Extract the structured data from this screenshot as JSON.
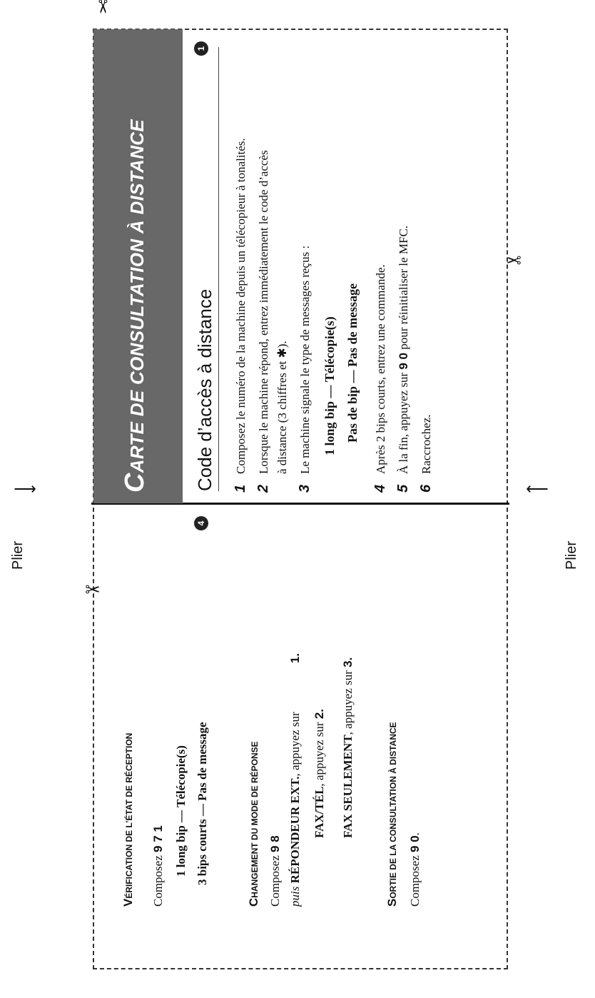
{
  "fold_labels": {
    "top": "Plier",
    "bottom": "Plier",
    "arrow_right": "⟶",
    "arrow_left": "⟵"
  },
  "panel1": {
    "number": "1",
    "title_initial": "C",
    "title_rest": "ARTE DE CONSULTATION À DISTANCE",
    "section_heading": "Code d’accès à distance",
    "steps": [
      {
        "num": "1",
        "text": "Composez le numéro de la machine depuis un télécopieur à tonalités."
      },
      {
        "num": "2",
        "text": "Lorsque le machine répond, entrez immédiatement le code d’accès"
      },
      {
        "num": "",
        "text": "à distance  (3 chiffres et ✱)."
      },
      {
        "num": "3",
        "text": "Le machine signale le type de messages reçus :"
      },
      {
        "num": "",
        "text": "1 long bip — Télécopie(s)"
      },
      {
        "num": "",
        "text": "Pas de bip  — Pas de message"
      },
      {
        "num": "4",
        "text": "Après 2 bips courts, entrez une commande."
      },
      {
        "num": "5",
        "text_a": "À la fin, appuyez sur",
        "code": "9 0",
        "text_b": "pour réinitialiser le MFC."
      },
      {
        "num": "6",
        "text": "Raccrochez."
      }
    ]
  },
  "panel4": {
    "number": "4",
    "sections": [
      {
        "heading_initial": "V",
        "heading_rest": "ÉRIFICATION DE L’ÉTAT DE RÉCEPTION",
        "compose_label": "Composez",
        "compose_code": "9 7 1",
        "lines": [
          "1 long bip — Télécopie(s)",
          "3 bips courts — Pas de message"
        ]
      },
      {
        "heading_initial": "C",
        "heading_rest": "HANGEMENT DU MODE DE RÉPONSE",
        "compose_label": "Composez",
        "compose_code": "9 8",
        "puis": "puis",
        "options": [
          {
            "mode": "RÉPONDEUR EXT.",
            "text": ", appuyez sur",
            "key": "1."
          },
          {
            "mode": "FAX/TÉL",
            "text": ", appuyez sur",
            "key": "2."
          },
          {
            "mode": "FAX SEULEMENT",
            "text": ", appuyez sur",
            "key": "3."
          }
        ]
      },
      {
        "heading_initial": "S",
        "heading_rest": "ORTIE DE LA CONSULTATION À DISTANCE",
        "compose_label": "Composez",
        "compose_code": "9 0",
        "compose_end": "."
      }
    ]
  },
  "icons": {
    "scissors": "✂"
  }
}
